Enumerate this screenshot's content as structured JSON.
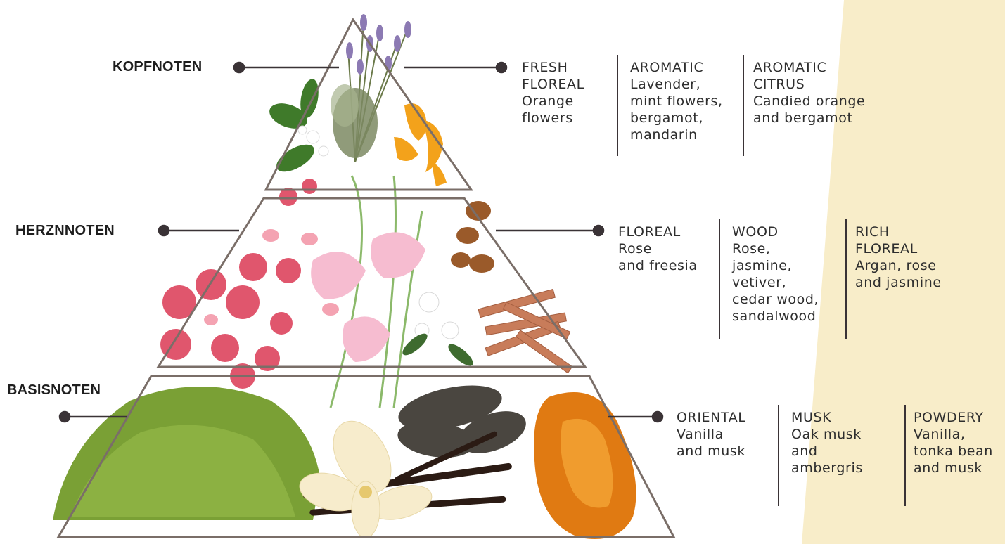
{
  "colors": {
    "background_band": "#f8edc9",
    "pyramid_outline": "#7a6e68",
    "connector": "#3a3336",
    "text": "#2e2e2e"
  },
  "levels": [
    {
      "label": "KOPFNOTEN",
      "notes": [
        {
          "heading": [
            "FRESH",
            "FLOREAL"
          ],
          "body": [
            "Orange",
            "flowers"
          ]
        },
        {
          "heading": [
            "AROMATIC"
          ],
          "body": [
            "Lavender,",
            "mint flowers,",
            "bergamot,",
            "mandarin"
          ]
        },
        {
          "heading": [
            "AROMATIC",
            "CITRUS"
          ],
          "body": [
            "Candied orange",
            "and bergamot"
          ]
        }
      ]
    },
    {
      "label": "HERZNNOTEN",
      "notes": [
        {
          "heading": [
            "FLOREAL"
          ],
          "body": [
            "Rose",
            "and freesia"
          ]
        },
        {
          "heading": [
            "WOOD"
          ],
          "body": [
            "Rose,",
            "jasmine,",
            "vetiver,",
            "cedar wood,",
            "sandalwood"
          ]
        },
        {
          "heading": [
            "RICH",
            "FLOREAL"
          ],
          "body": [
            "Argan, rose",
            "and jasmine"
          ]
        }
      ]
    },
    {
      "label": "BASISNOTEN",
      "notes": [
        {
          "heading": [
            "ORIENTAL"
          ],
          "body": [
            "Vanilla",
            "and musk"
          ]
        },
        {
          "heading": [
            "MUSK"
          ],
          "body": [
            "Oak musk",
            "and",
            "ambergris"
          ]
        },
        {
          "heading": [
            "POWDERY"
          ],
          "body": [
            "Vanilla,",
            "tonka bean",
            "and musk"
          ]
        }
      ]
    }
  ]
}
